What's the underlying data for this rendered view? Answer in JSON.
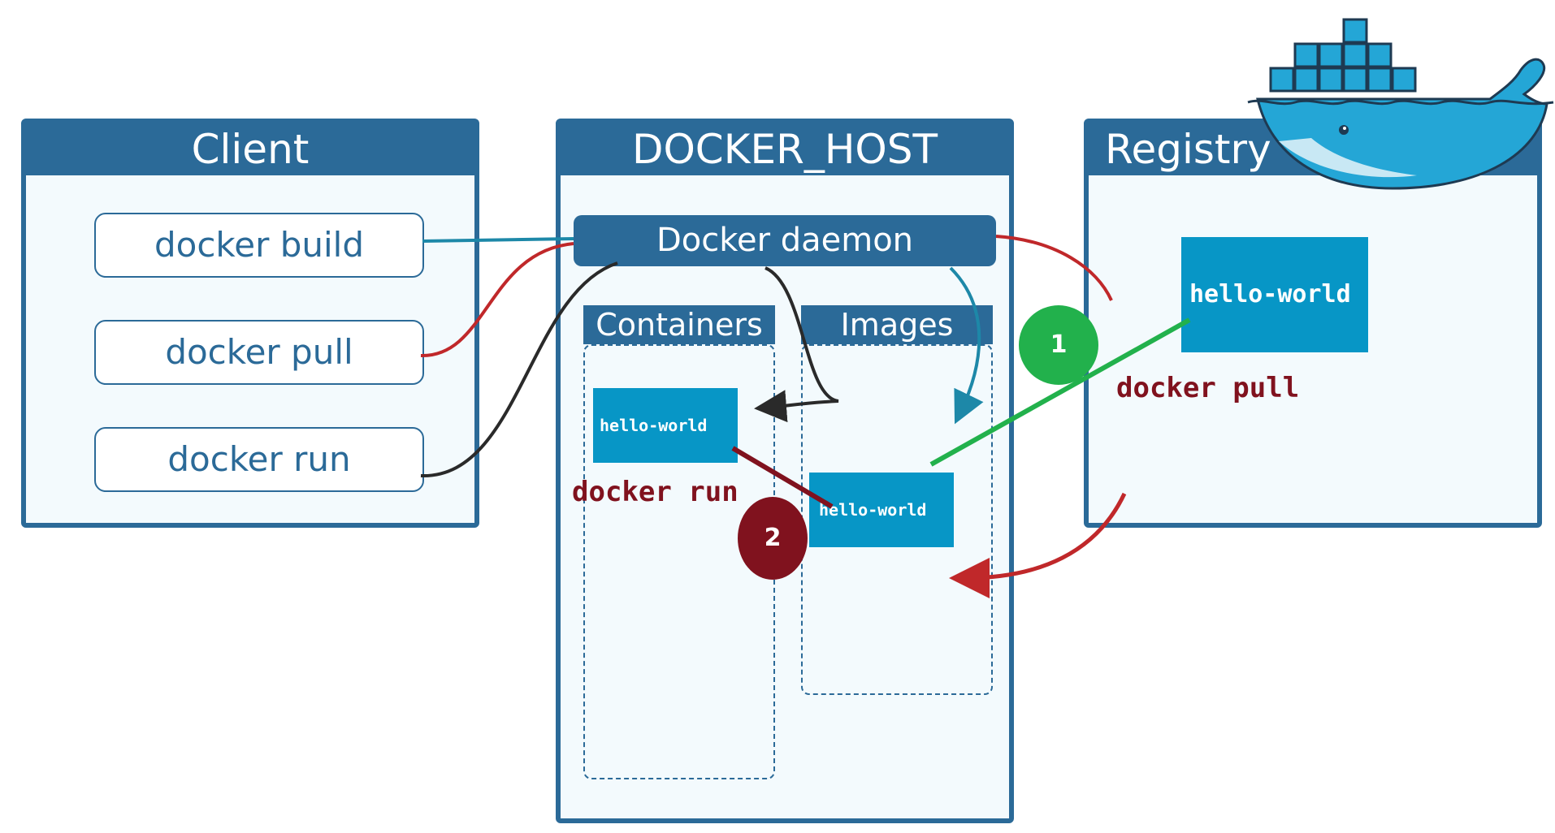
{
  "client": {
    "title": "Client",
    "commands": [
      "docker build",
      "docker pull",
      "docker run"
    ]
  },
  "host": {
    "title": "DOCKER_HOST",
    "daemon": "Docker daemon",
    "containers_label": "Containers",
    "images_label": "Images",
    "container_item": "hello-world",
    "image_item": "hello-world",
    "run_label": "docker run",
    "step2": "2"
  },
  "registry": {
    "title": "Registry",
    "image_item": "hello-world",
    "pull_label": "docker pull",
    "step1": "1"
  },
  "colors": {
    "panel": "#2b6a98",
    "image_box": "#0796c6",
    "build_line": "#1d88a8",
    "pull_line": "#c0282a",
    "run_line": "#2a2a2a",
    "step1": "#22b14c",
    "step2": "#80121e"
  },
  "icons": {
    "logo": "docker-whale-logo"
  }
}
